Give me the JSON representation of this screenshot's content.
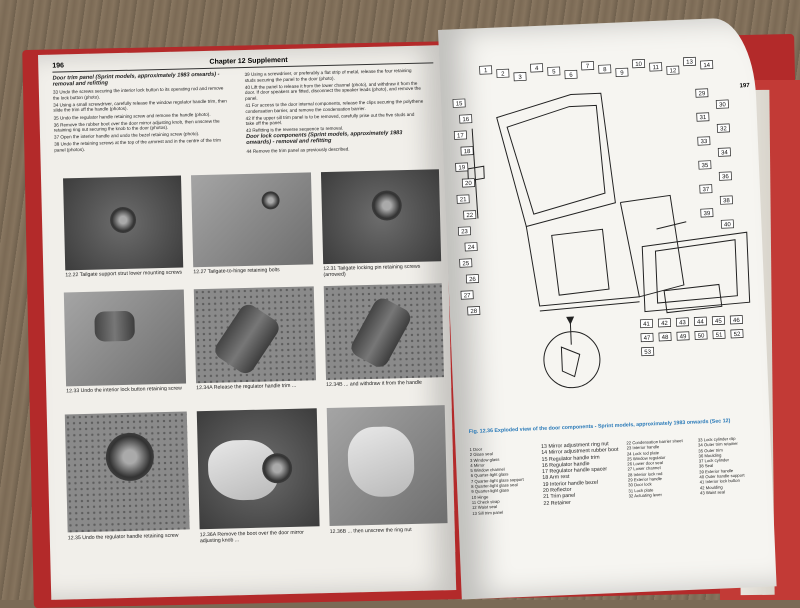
{
  "left_page": {
    "page_number": "196",
    "chapter": "Chapter 12 Supplement",
    "col1_heading": "Door trim panel (Sprint models, approximately 1983 onwards) - removal and refitting",
    "col1_paras": [
      "33 Undo the screws securing the interior lock button to its operating rod and remove the lock button (photo).",
      "34 Using a small screwdriver, carefully release the window regulator handle trim, then slide the trim off the handle (photos).",
      "35 Undo the regulator handle retaining screw and remove the handle (photo).",
      "36 Remove the rubber boot over the door mirror adjusting knob, then unscrew the retaining ring nut securing the knob to the door (photos).",
      "37 Open the interior handle and undo the bezel retaining screw (photo).",
      "38 Undo the retaining screws at the top of the armrest and in the centre of the trim panel (photos)."
    ],
    "col2_paras": [
      "39 Using a screwdriver, or preferably a flat strip of metal, release the four retaining studs securing the panel to the door (photo).",
      "40 Lift the panel to release it from the lower channel (photo), and withdraw it from the door. If door speakers are fitted, disconnect the speaker leads (photo), and remove the panel.",
      "41 For access to the door internal components, release the clips securing the polythene condensation barrier, and remove the condensation barrier.",
      "42 If the upper sill trim panel is to be removed, carefully prise out the five studs and take off the panel.",
      "43 Refitting is the reverse sequence to removal."
    ],
    "col2_heading": "Door lock components (Sprint models, approximately 1983 onwards) - removal and refitting",
    "col2_tail": "44 Remove the trim panel as previously described.",
    "captions": [
      "12.22 Tailgate support strut lower mounting screws",
      "12.27 Tailgate-to-hinge retaining bolts",
      "12.31 Tailgate locking pin retaining screws (arrowed)",
      "12.33 Undo the interior lock button retaining screw",
      "12.34A Release the regulator handle trim ...",
      "12.34B ... and withdraw it from the handle",
      "12.35 Undo the regulator handle retaining screw",
      "12.36A Remove the boot over the door mirror adjusting knob ...",
      "12.36B ... then unscrew the ring nut"
    ]
  },
  "right_page": {
    "page_number": "197",
    "figure_caption": "Fig. 12.36 Exploded view of the door components - Sprint models, approximately 1983 onwards (Sec 12)",
    "callouts": [
      "1",
      "2",
      "3",
      "4",
      "5",
      "6",
      "7",
      "8",
      "9",
      "10",
      "11",
      "12",
      "13",
      "14",
      "15",
      "16",
      "17",
      "18",
      "19",
      "20",
      "21",
      "22",
      "23",
      "24",
      "25",
      "26",
      "27",
      "28",
      "29",
      "30",
      "31",
      "32",
      "33",
      "34",
      "35",
      "36",
      "37",
      "38",
      "39",
      "40",
      "41",
      "42",
      "43",
      "44",
      "45",
      "46",
      "47",
      "48",
      "49",
      "50",
      "51",
      "52",
      "53"
    ],
    "legend_col1": [
      "1 Door",
      "2 Glass seal",
      "3 Window glass",
      "4 Mirror",
      "5 Window channel",
      "6 Quarter-light glass",
      "7 Quarter-light glass support",
      "8 Quarter-light glass seal",
      "9 Quarter-light glass",
      "10 Hinge",
      "11 Check strap",
      "12 Waist seal",
      "13 Sill trim panel"
    ],
    "legend_col2": [
      "13 Mirror adjustment ring nut",
      "14 Mirror adjustment rubber boot",
      "15 Regulator handle trim",
      "16 Regulator handle",
      "17 Regulator handle spacer",
      "18 Arm rest",
      "19 Interior handle bezel",
      "20 Reflector",
      "21 Trim panel",
      "22 Retainer"
    ],
    "legend_col3": [
      "22 Condensation barrier sheet",
      "23 Interior handle",
      "24 Lock rod plate",
      "25 Window regulator",
      "26 Lower door seal",
      "27 Lower channel",
      "28 Interior lock rod",
      "29 Exterior handle",
      "30 Door lock",
      "31 Lock plate",
      "32 Actuating lever"
    ],
    "legend_col4": [
      "33 Lock cylinder clip",
      "34 Outer trim retainer",
      "35 Outer trim",
      "36 Moulding",
      "37 Lock cylinder",
      "38 Seal",
      "39 Exterior handle",
      "40 Outer handle support",
      "41 Interior lock button",
      "42 Moulding",
      "43 Waist seal"
    ]
  }
}
